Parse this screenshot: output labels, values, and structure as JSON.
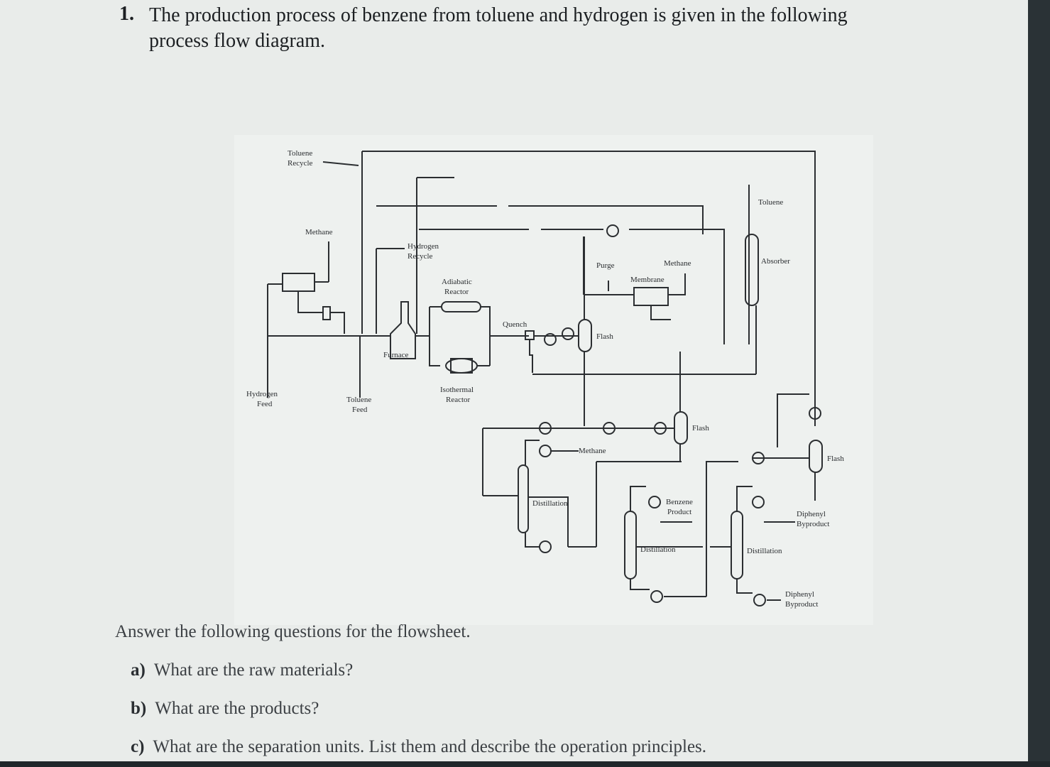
{
  "question": {
    "number": "1.",
    "title": "The production process of benzene from toluene and hydrogen is given in the following process flow diagram."
  },
  "diagram_labels": {
    "toluene_recycle": [
      "Toluene",
      "Recycle"
    ],
    "methane_top": "Methane",
    "hydrogen_recycle": [
      "Hydrogen",
      "Recycle"
    ],
    "adiabatic_reactor": [
      "Adiabatic",
      "Reactor"
    ],
    "furnace": "Furnace",
    "quench": "Quench",
    "purge": "Purge",
    "methane_membrane": "Methane",
    "membrane": "Membrane",
    "flash_1": "Flash",
    "toluene_top": "Toluene",
    "absorber": "Absorber",
    "hydrogen_feed": [
      "Hydrogen",
      "Feed"
    ],
    "toluene_feed": [
      "Toluene",
      "Feed"
    ],
    "isothermal_reactor": [
      "Isothermal",
      "Reactor"
    ],
    "flash_2": "Flash",
    "methane_mid": "Methane",
    "flash_3": "Flash",
    "distillation_1": "Distillation",
    "benzene_product": [
      "Benzene",
      "Product"
    ],
    "diphenyl_byproduct_1": [
      "Diphenyl",
      "Byproduct"
    ],
    "distillation_2": "Distillation",
    "distillation_3": "Distillation",
    "diphenyl_byproduct_2": [
      "Diphenyl",
      "Byproduct"
    ]
  },
  "questions": {
    "intro": "Answer the following questions for the flowsheet.",
    "a_letter": "a)",
    "a_text": "What are the raw materials?",
    "b_letter": "b)",
    "b_text": "What are the products?",
    "c_letter": "c)",
    "c_text": "What are the separation units. List them and describe the operation principles."
  }
}
